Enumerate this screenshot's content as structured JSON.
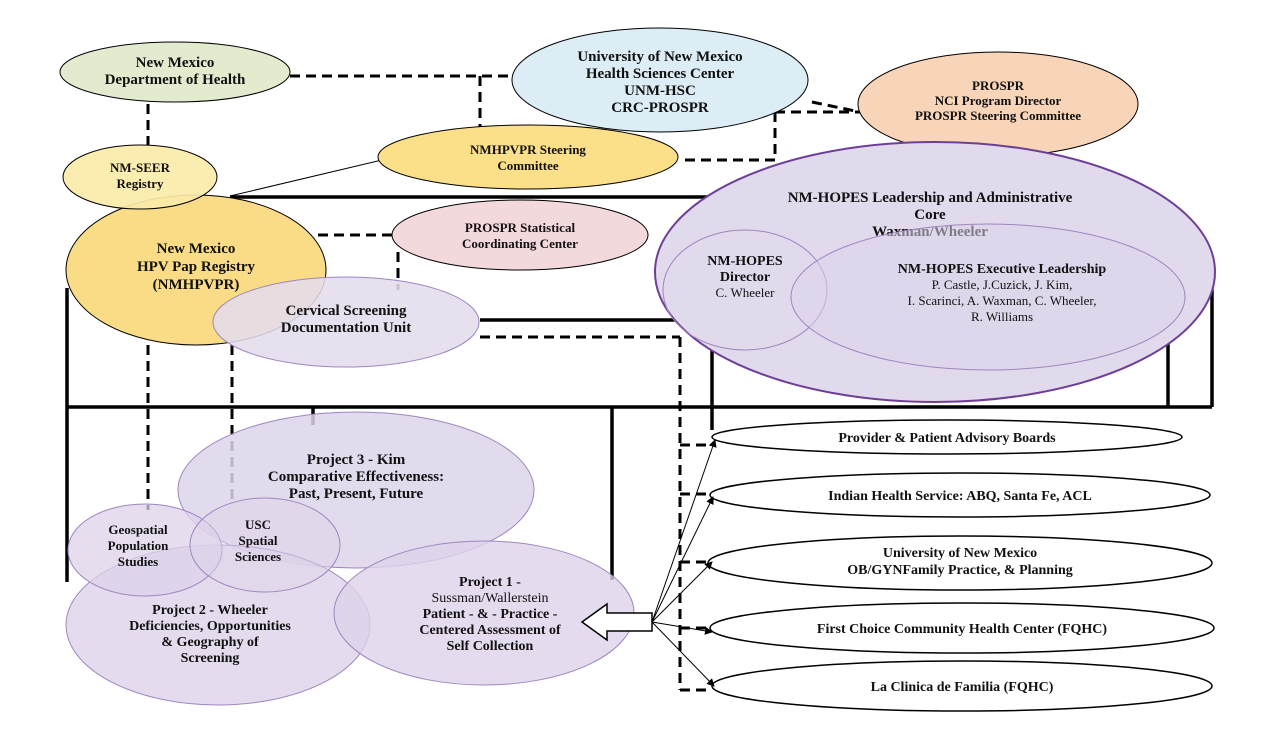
{
  "nodes": {
    "nmdoh": {
      "lines": [
        "New Mexico",
        "Department of Health"
      ],
      "fill": "#e3ebcf"
    },
    "unm_hsc": {
      "lines": [
        "University of New Mexico",
        "Health Sciences Center",
        "UNM-HSC",
        "CRC-PROSPR"
      ],
      "fill": "#dcedf5"
    },
    "prospr": {
      "lines": [
        "PROSPR",
        "NCI Program Director",
        "PROSPR Steering Committee"
      ],
      "fill": "#f8d5b8"
    },
    "nmseer": {
      "lines": [
        "NM-SEER",
        "Registry"
      ],
      "fill": "#fbeaa8"
    },
    "steering": {
      "lines": [
        "NMHPVPR Steering",
        "Committee"
      ],
      "fill": "#fbe089"
    },
    "nmhpvpr": {
      "lines": [
        "New Mexico",
        "HPV Pap Registry",
        "(NMHPVPR)"
      ],
      "fill": "#fbdc86"
    },
    "prospr_stat": {
      "lines": [
        "PROSPR Statistical",
        "Coordinating Center"
      ],
      "fill": "#f4d9dc"
    },
    "cervical": {
      "lines": [
        "Cervical Screening",
        "Documentation Unit"
      ],
      "fill": "#e4dced"
    },
    "leadership": {
      "lines": [
        "NM-HOPES Leadership and Administrative",
        "Core",
        "Waxman/Wheeler"
      ],
      "fill": "#e1d9ec"
    },
    "director": {
      "lines": [
        "NM-HOPES",
        "Director"
      ],
      "sub": "C. Wheeler"
    },
    "exec": {
      "title": "NM-HOPES Executive Leadership",
      "lines": [
        "P. Castle, J.Cuzick, J. Kim,",
        "I. Scarinci, A. Waxman, C. Wheeler,",
        "R. Williams"
      ]
    },
    "project3": {
      "lines": [
        "Project 3 - Kim",
        "Comparative Effectiveness:",
        "Past, Present, Future"
      ]
    },
    "geospatial": {
      "lines": [
        "Geospatial",
        "Population",
        "Studies"
      ]
    },
    "usc": {
      "lines": [
        "USC",
        "Spatial",
        "Sciences"
      ]
    },
    "project2": {
      "lines": [
        "Project 2  -  Wheeler",
        "Deficiencies, Opportunities",
        "& Geography of",
        "Screening"
      ]
    },
    "project1": {
      "lines": [
        "Project 1 -",
        "Sussman/Wallerstein",
        "Patient - & - Practice -",
        "Centered Assessment of",
        "Self Collection"
      ]
    }
  },
  "partners": [
    {
      "label": "Provider & Patient Advisory Boards"
    },
    {
      "label": "Indian Health Service: ABQ, Santa Fe, ACL"
    },
    {
      "label": "University of New Mexico",
      "label2": "OB/GYNFamily Practice, & Planning"
    },
    {
      "label": "First Choice Community Health Center (FQHC)"
    },
    {
      "label": "La Clinica de Familia (FQHC)"
    }
  ],
  "colors": {
    "purple_fill": "#ddd3ea",
    "purple_stroke": "#9f86c0",
    "leadership_stroke": "#6f3f98",
    "line": "#000000"
  }
}
